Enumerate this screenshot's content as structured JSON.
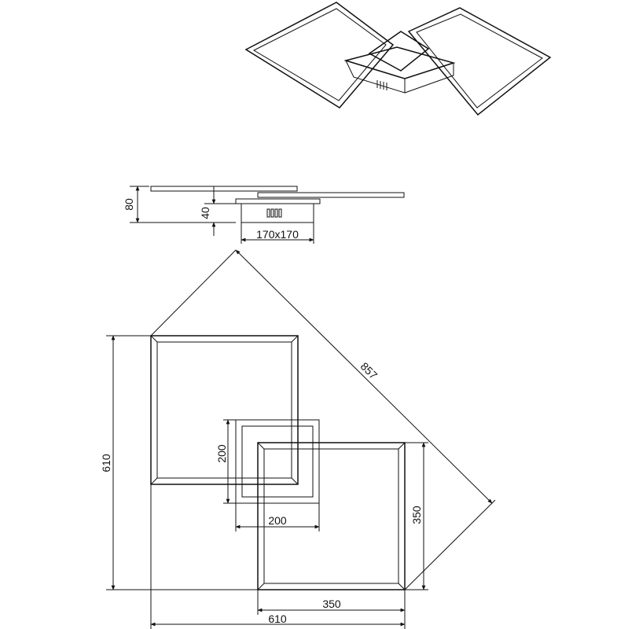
{
  "diagram": {
    "side_view": {
      "height_total": "80",
      "height_base": "40",
      "base_size": "170x170"
    },
    "top_view": {
      "diagonal": "857",
      "overall_height": "610",
      "overall_width": "610",
      "small_square_height": "350",
      "small_square_width": "350",
      "base_height": "200",
      "base_width": "200"
    }
  }
}
